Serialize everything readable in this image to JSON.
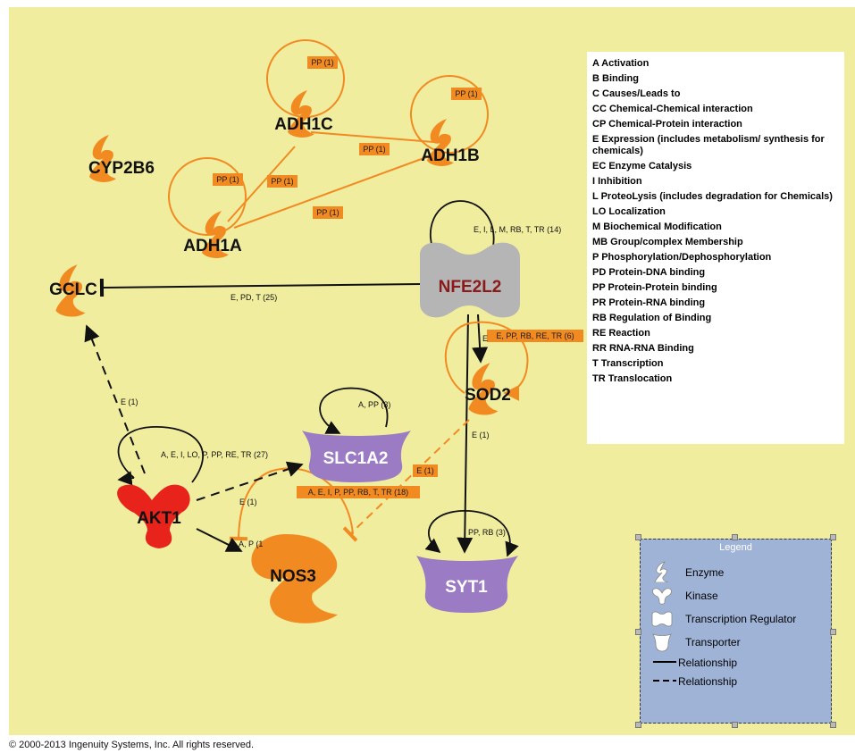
{
  "nodes": {
    "adh1c": "ADH1C",
    "adh1b": "ADH1B",
    "cyp2b6": "CYP2B6",
    "adh1a": "ADH1A",
    "gclc": "GCLC",
    "nfe2l2": "NFE2L2",
    "sod2": "SOD2",
    "slc1a2": "SLC1A2",
    "akt1": "AKT1",
    "nos3": "NOS3",
    "syt1": "SYT1"
  },
  "edge_labels": {
    "adh1c_self": "PP (1)",
    "adh1b_self": "PP (1)",
    "adh1c_adh1b": "PP (1)",
    "adh1a_self": "PP (1)",
    "adh1a_adh1c": "PP (1)",
    "adh1a_adh1b": "PP (1)",
    "nfe2l2_self": "E, I, L, M, RB, T, TR (14)",
    "nfe2l2_gclc": "E, PD, T (25)",
    "sod2_self": "E, PP, RB, RE, TR (6)",
    "nfe2l2_sod2": "E",
    "nfe2l2_syt1": "E (1)",
    "akt1_gclc": "E (1)",
    "slc1a2_self": "A, PP (3)",
    "akt1_self": "A, E, I, LO, P, PP, RE, TR (27)",
    "sod2_nos3": "E (1)",
    "slc1a2_nos3": "A, E, I, P, PP, RB, T, TR (18)",
    "akt1_slc1a2": "E (1)",
    "akt1_nos3": "A, P (1",
    "syt1_self": "PP, RB (3)"
  },
  "abbreviations": [
    "A Activation",
    "B Binding",
    "C Causes/Leads to",
    "CC Chemical-Chemical interaction",
    "CP Chemical-Protein interaction",
    "E Expression (includes metabolism/ synthesis for chemicals)",
    "EC Enzyme Catalysis",
    "I Inhibition",
    "L ProteoLysis (includes degradation for Chemicals)",
    "LO Localization",
    "M Biochemical Modification",
    "MB Group/complex Membership",
    "P Phosphorylation/Dephosphorylation",
    "PD Protein-DNA binding",
    "PP Protein-Protein binding",
    "PR Protein-RNA binding",
    "RB Regulation of Binding",
    "RE Reaction",
    "RR RNA-RNA Binding",
    "T Transcription",
    "TR Translocation"
  ],
  "legend": {
    "title": "Legend",
    "enzyme": "Enzyme",
    "kinase": "Kinase",
    "transcription_regulator": "Transcription Regulator",
    "transporter": "Transporter",
    "solid_relationship": "Relationship",
    "dashed_relationship": "Relationship"
  },
  "copyright": "© 2000-2013 Ingenuity Systems, Inc. All rights reserved.",
  "colors": {
    "background": "#f1ed9f",
    "enzyme": "#f28a22",
    "kinase": "#e8231c",
    "transcription_regulator": "#b5b5b5",
    "transporter": "#9a7bc4",
    "legend_bg": "#9fb3d6",
    "nfe2l2_label": "#8b1a1a"
  }
}
